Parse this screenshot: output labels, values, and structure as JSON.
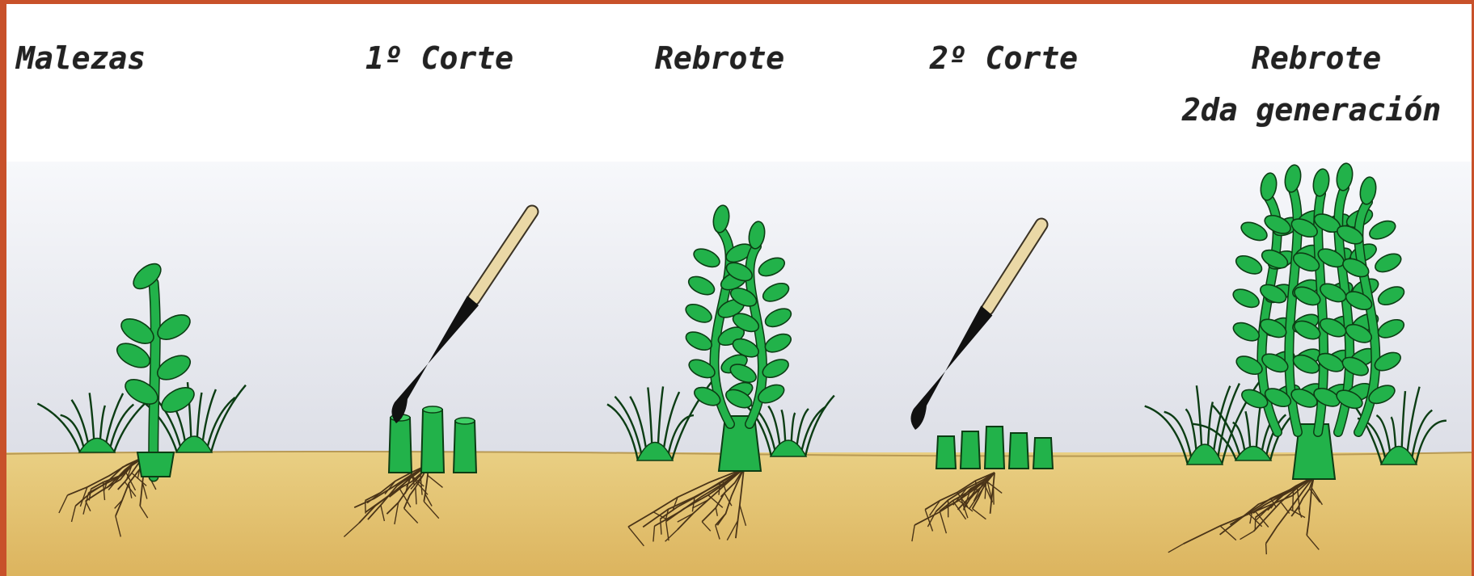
{
  "title": "",
  "colors": {
    "frame": "#c8512a",
    "sky_top": "#f7f8fb",
    "sky_bottom": "#dcdee6",
    "soil_top": "#e9cf83",
    "soil_bottom": "#dcb45e",
    "plant": "#22b24a",
    "plant_outline": "#0c3d14",
    "handle": "#ead8a6",
    "blade": "#111111",
    "root": "#4a3418"
  },
  "stages": [
    {
      "label": "Malezas",
      "label2": "",
      "depiction": "weed-with-grass",
      "tool": ""
    },
    {
      "label": "1º Corte",
      "label2": "",
      "depiction": "cut-stumps",
      "tool": "machete-icon"
    },
    {
      "label": "Rebrote",
      "label2": "",
      "depiction": "regrowth",
      "tool": ""
    },
    {
      "label": "2º Corte",
      "label2": "",
      "depiction": "cut-stumps",
      "tool": "machete-icon"
    },
    {
      "label": "Rebrote",
      "label2": "2da generación",
      "depiction": "dense-regrowth",
      "tool": ""
    }
  ]
}
